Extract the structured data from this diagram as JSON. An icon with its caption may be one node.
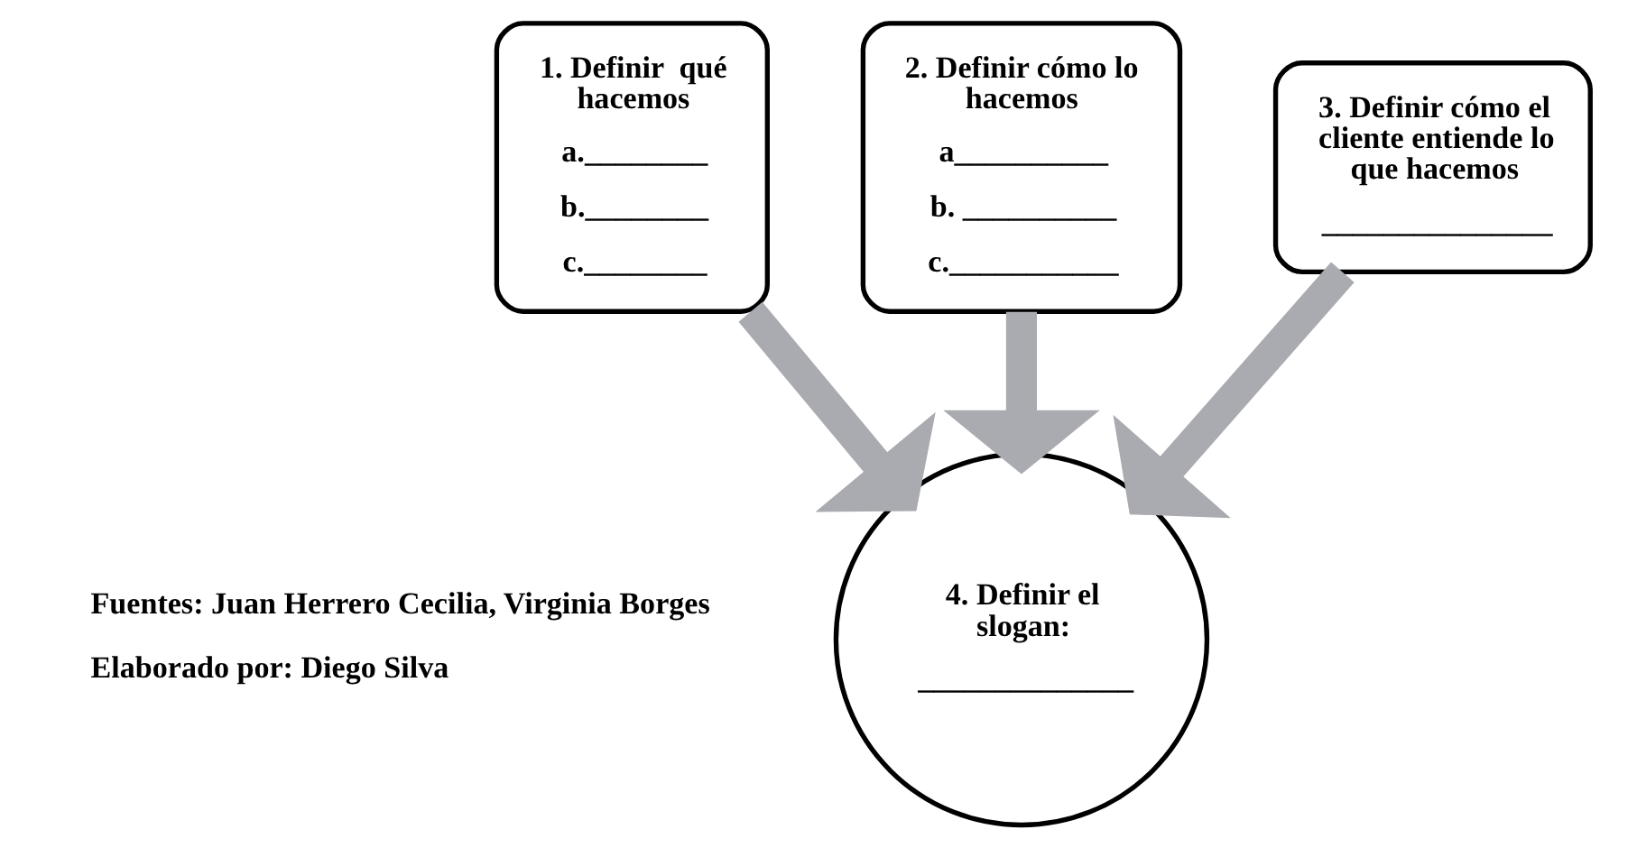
{
  "diagram": {
    "nodes": [
      {
        "text": [
          "1. Definir  qué hacemos",
          "a.________",
          "b.________",
          "c.________"
        ]
      },
      {
        "text": [
          "2. Definir cómo lo hacemos",
          "a__________",
          "b. __________",
          "c.___________"
        ]
      },
      {
        "text": [
          "3. Definir cómo el cliente entiende lo que hacemos",
          "_______________"
        ]
      },
      {
        "text": [
          "4. Definir el slogan:",
          "______________"
        ]
      }
    ],
    "edges": [
      {
        "from": 0,
        "to": 3,
        "arrow": "to"
      },
      {
        "from": 1,
        "to": 3,
        "arrow": "to"
      },
      {
        "from": 2,
        "to": 3,
        "arrow": "to"
      }
    ],
    "labels": [
      "Fuentes: Juan Herrero Cecilia, Virginia Borges",
      "Elaborado por: Diego Silva"
    ]
  }
}
